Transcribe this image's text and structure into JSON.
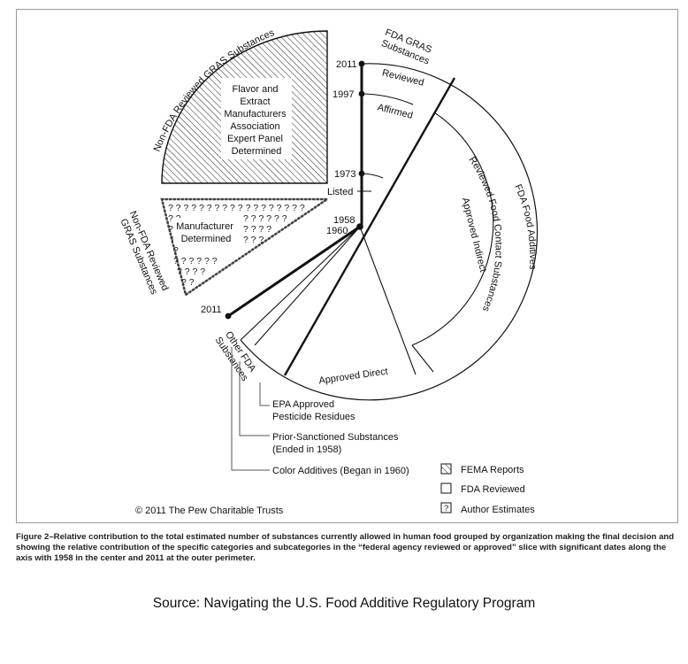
{
  "diagram": {
    "fda_gras_title": [
      "FDA GRAS",
      "Substances"
    ],
    "reviewed_label": "Reviewed",
    "affirmed_label": "Affirmed",
    "listed_label": "Listed",
    "years": {
      "y2011_top": "2011",
      "y1997": "1997",
      "y1973": "1973",
      "y1958": "1958",
      "y1960": "1960",
      "y2011_left": "2011"
    },
    "non_fda_reviewed_gras_outer": "Non-FDA Reviewed GRAS Substances",
    "fema_box_lines": [
      "Flavor and",
      "Extract",
      "Manufacturers",
      "Association",
      "Expert Panel",
      "Determined"
    ],
    "manufacturer_lines": [
      "Manufacturer",
      "Determined"
    ],
    "non_fda_reviewed_gras_inner": [
      "Non-FDA Reviewed",
      "GRAS Substances"
    ],
    "reviewed_food_contact": "Reviewed Food Contact Substances",
    "approved_indirect": "Approved Indirect",
    "fda_food_additives": "FDA Food Additives",
    "approved_direct": "Approved Direct",
    "other_fda_substances": [
      "Other FDA",
      "Substances"
    ],
    "epa_lines": [
      "EPA Approved",
      "Pesticide Residues"
    ],
    "prior_sanctioned_lines": [
      "Prior-Sanctioned Substances",
      "(Ended in 1958)"
    ],
    "color_additives": "Color Additives (Began in 1960)",
    "copyright": "© 2011 The Pew Charitable Trusts"
  },
  "legend": {
    "items": [
      {
        "label": "FEMA Reports",
        "icon": "hatched-swatch-icon"
      },
      {
        "label": "FDA Reviewed",
        "icon": "blank-swatch-icon"
      },
      {
        "label": "Author Estimates",
        "icon": "question-swatch-icon",
        "glyph": "?"
      }
    ]
  },
  "caption": "Figure 2–Relative contribution to the total estimated number of substances currently allowed in human food grouped by organization making the final decision and showing the relative contribution of the specific categories and subcategories in the “federal agency reviewed or approved” slice with significant dates along the axis with 1958 in the center and 2011 at the outer perimeter.",
  "source": "Source: Navigating the U.S. Food Additive Regulatory Program"
}
